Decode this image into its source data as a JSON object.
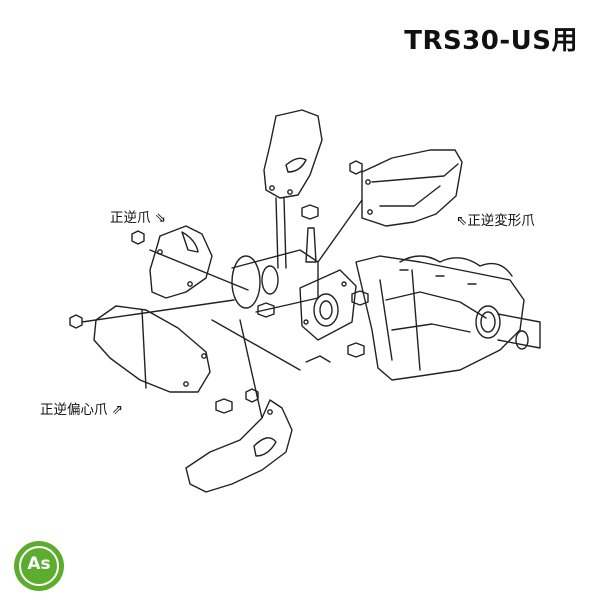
{
  "title": "TRS30-US用",
  "labels": {
    "seigyaku_tsume": "正逆爪",
    "seigyaku_henkei_tsume": "正逆変形爪",
    "seigyaku_henshin_tsume": "正逆偏心爪"
  },
  "logo": {
    "text": "As",
    "color": "#5cad2e"
  },
  "colors": {
    "line": "#222222",
    "background": "#ffffff"
  }
}
